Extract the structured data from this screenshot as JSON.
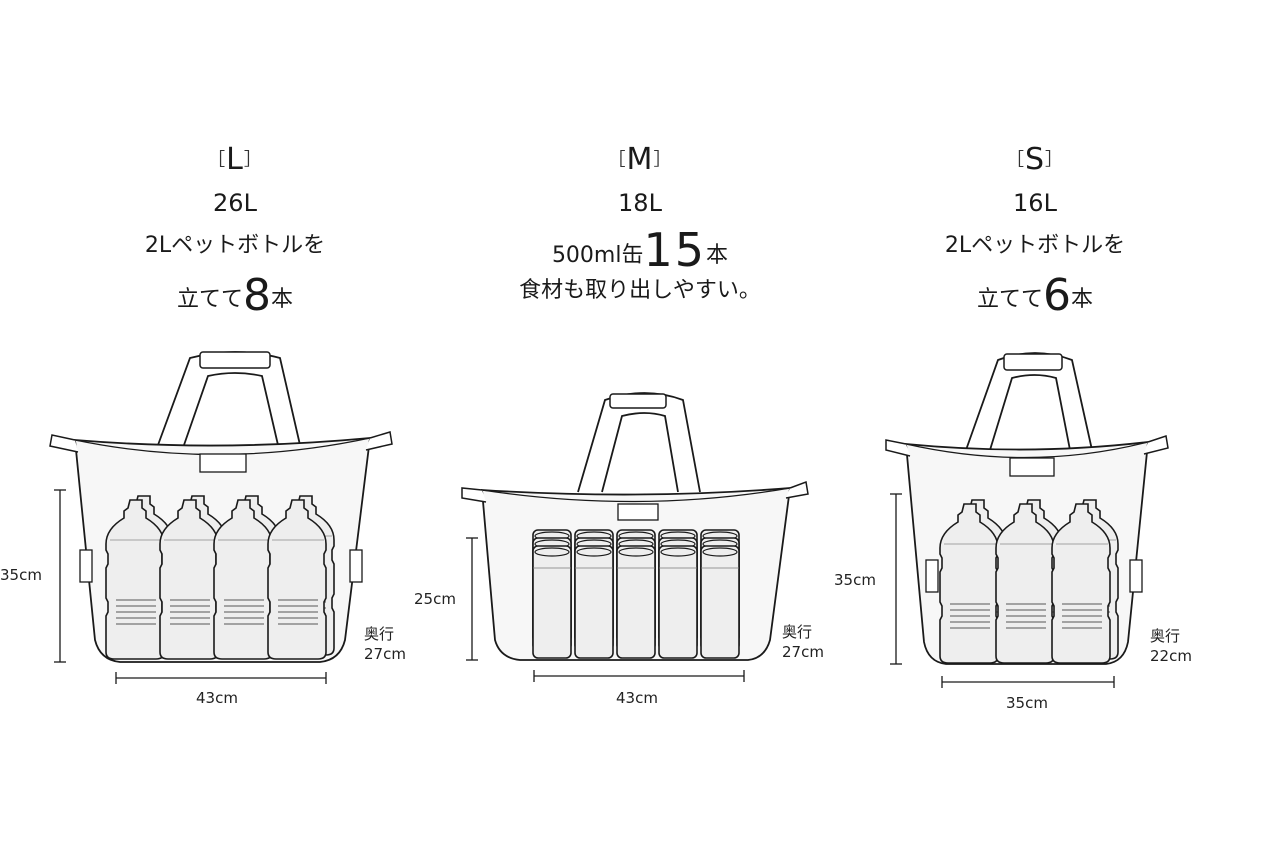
{
  "sizes": [
    {
      "id": "L",
      "bracket_open": "［",
      "label": "L",
      "bracket_close": "］",
      "volume": "26L",
      "line1": "2Lペットボトルを",
      "line2_pre": "立てて",
      "count": "8",
      "unit": "本",
      "height_dim": "35cm",
      "width_dim": "43cm",
      "depth_label": "奥行",
      "depth_dim": "27cm"
    },
    {
      "id": "M",
      "bracket_open": "［",
      "label": "M",
      "bracket_close": "］",
      "volume": "18L",
      "line1_pre": "500ml缶",
      "count": "15",
      "unit": "本",
      "line2": "食材も取り出しやすい。",
      "height_dim": "25cm",
      "width_dim": "43cm",
      "depth_label": "奥行",
      "depth_dim": "27cm"
    },
    {
      "id": "S",
      "bracket_open": "［",
      "label": "S",
      "bracket_close": "］",
      "volume": "16L",
      "line1": "2Lペットボトルを",
      "line2_pre": "立てて",
      "count": "6",
      "unit": "本",
      "height_dim": "35cm",
      "width_dim": "35cm",
      "depth_label": "奥行",
      "depth_dim": "22cm"
    }
  ],
  "colors": {
    "ink": "#1a1a1a",
    "bag_fill": "#f7f7f7",
    "bottle_fill": "#eeeeee"
  },
  "icons": [
    "tote-bag-l",
    "tote-bag-m",
    "tote-bag-s",
    "pet-bottle",
    "drink-can",
    "dimension-line"
  ]
}
